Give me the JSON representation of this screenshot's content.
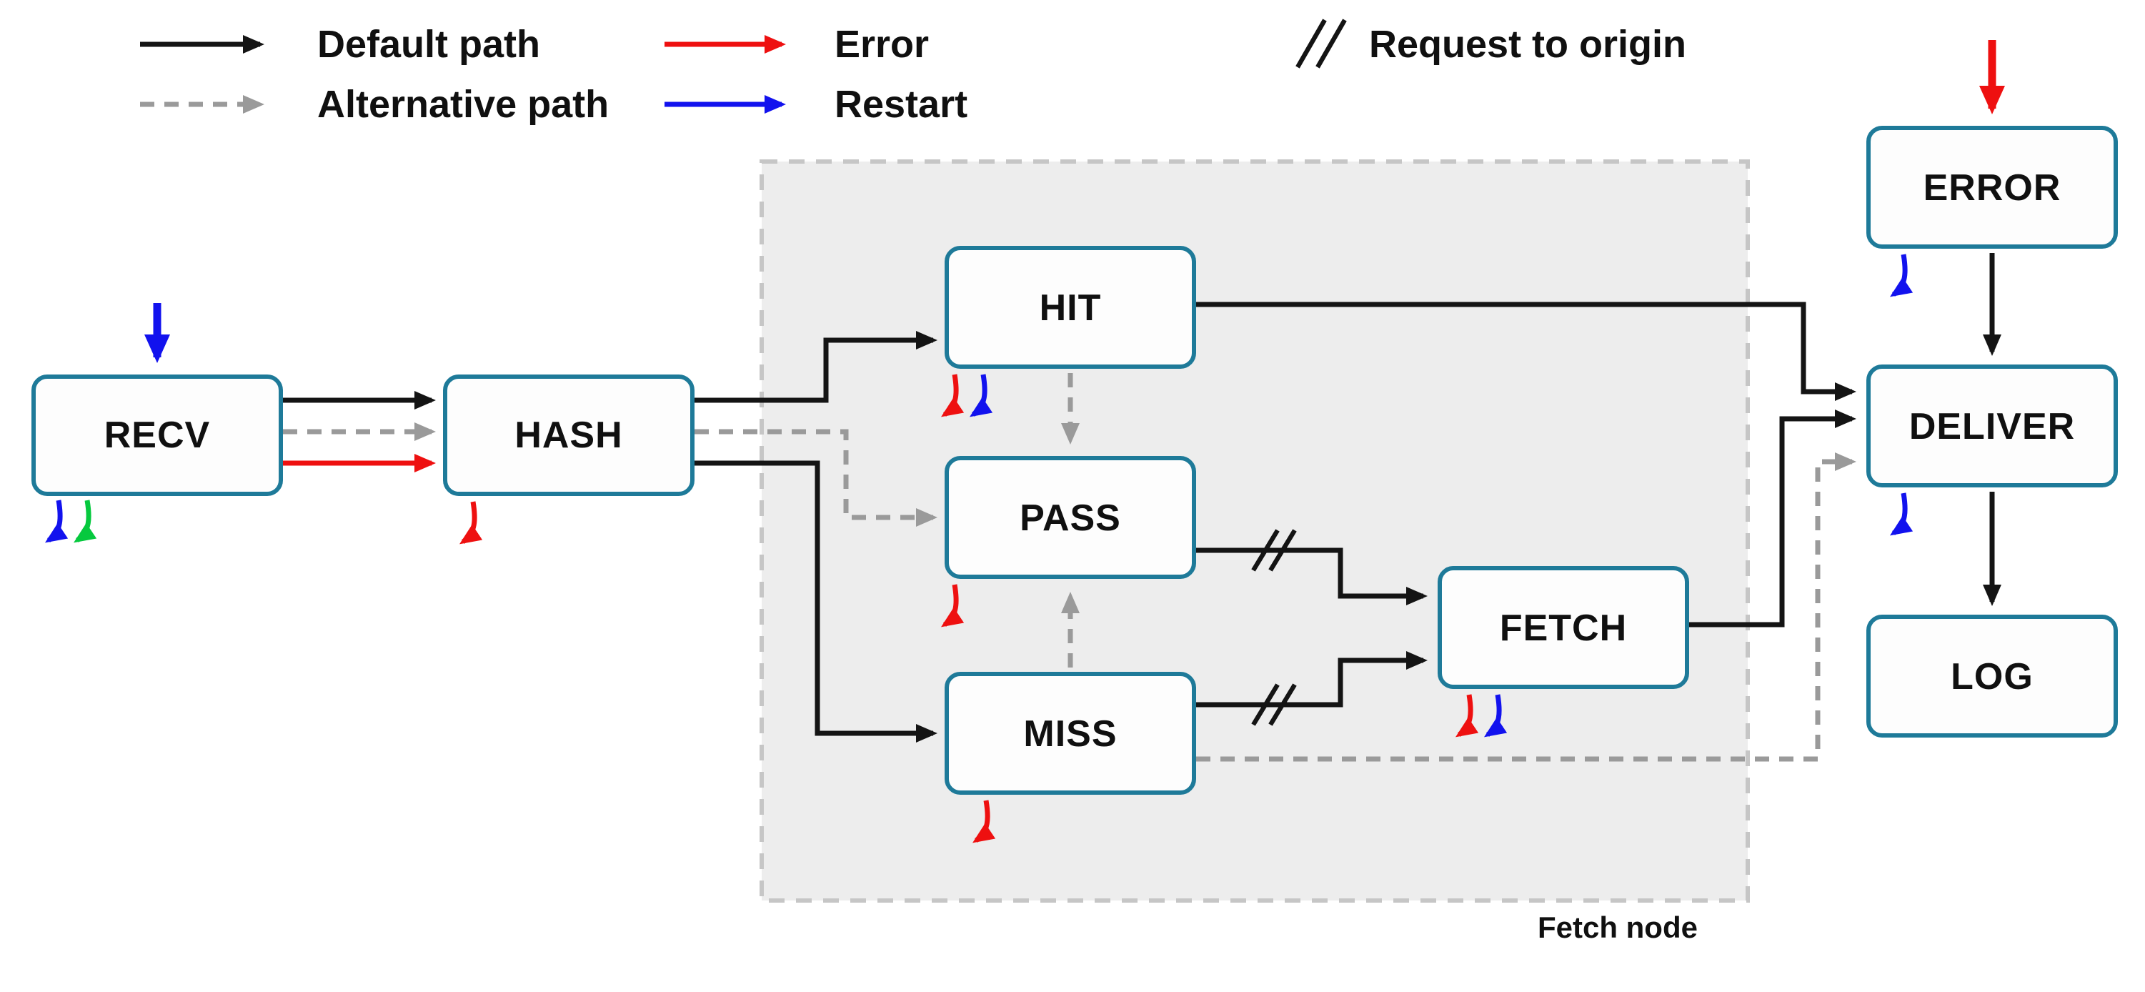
{
  "legend": {
    "default_path": {
      "label": "Default path"
    },
    "alternative_path": {
      "label": "Alternative path"
    },
    "error": {
      "label": "Error"
    },
    "restart": {
      "label": "Restart"
    },
    "request_to_origin": {
      "label": "Request to origin"
    }
  },
  "container": {
    "label": "Fetch node"
  },
  "nodes": {
    "recv": {
      "label": "RECV"
    },
    "hash": {
      "label": "HASH"
    },
    "hit": {
      "label": "HIT"
    },
    "pass": {
      "label": "PASS"
    },
    "miss": {
      "label": "MISS"
    },
    "fetch": {
      "label": "FETCH"
    },
    "error": {
      "label": "ERROR"
    },
    "deliver": {
      "label": "DELIVER"
    },
    "log": {
      "label": "LOG"
    }
  },
  "colors": {
    "node_border": "#1e7a99",
    "default_path": "#141414",
    "alternative_path": "#9a9a9a",
    "error_path": "#ee1010",
    "restart_path": "#1212ee",
    "green_path": "#06c93e",
    "container_fill": "#ededed",
    "container_border": "#c6c6c6"
  }
}
